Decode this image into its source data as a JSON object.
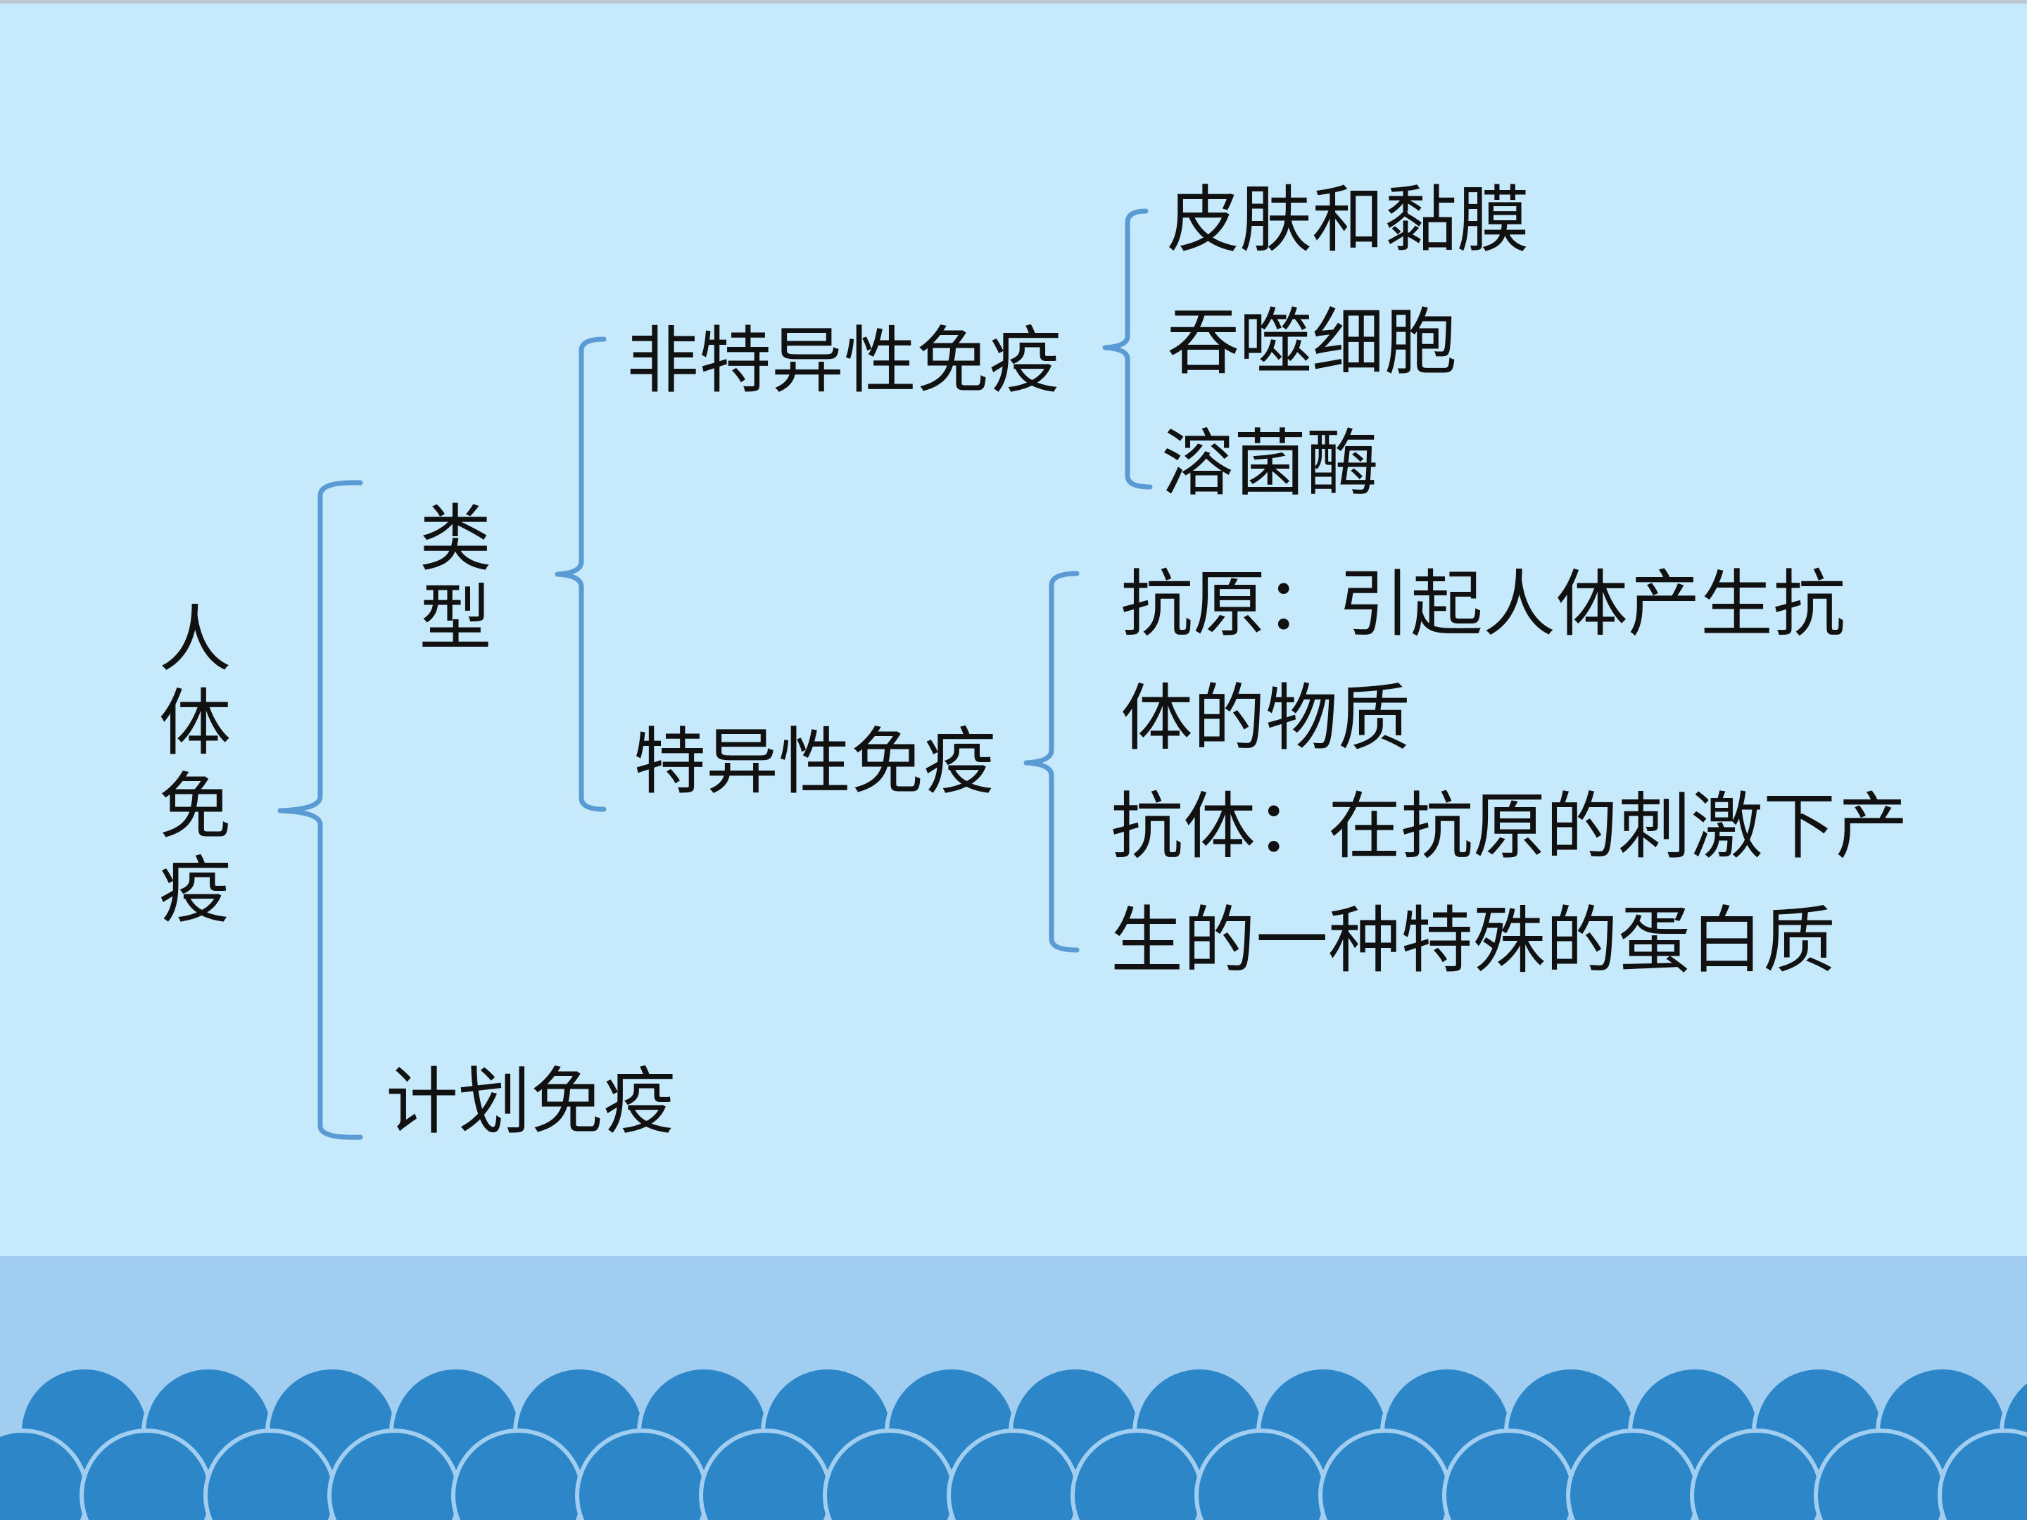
{
  "colors": {
    "background": "#c6e9fb",
    "band": "#a0cdf0",
    "bracket": "#5b9bd5",
    "wave": "#2c86c8",
    "text": "#111111"
  },
  "diagram": {
    "root": [
      "人",
      "体",
      "免",
      "疫"
    ],
    "type_label": [
      "类",
      "型"
    ],
    "nonspecific": {
      "label": "非特异性免疫",
      "items": [
        "皮肤和黏膜",
        "吞噬细胞",
        "溶菌酶"
      ]
    },
    "specific": {
      "label": "特异性免疫",
      "antigen_line1": "抗原：引起人体产生抗",
      "antigen_line2": "体的物质",
      "antibody_line1": "抗体：在抗原的刺激下产",
      "antibody_line2": "生的一种特殊的蛋白质"
    },
    "planned": "计划免疫"
  }
}
